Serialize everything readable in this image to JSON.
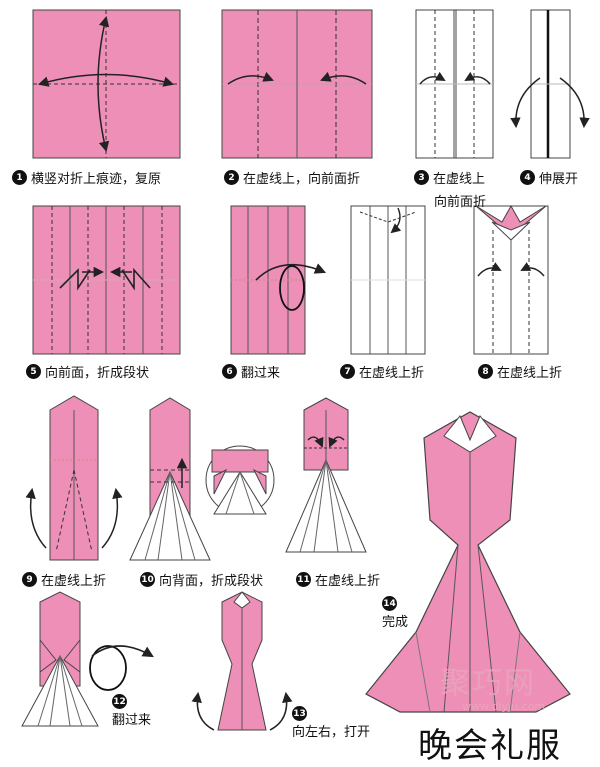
{
  "colors": {
    "paper_pink": "#ee8fb8",
    "paper_white": "#ffffff",
    "line": "#222222"
  },
  "steps": [
    {
      "num": "1",
      "text": "横竖对折上痕迹，复原"
    },
    {
      "num": "2",
      "text": "在虚线上，向前面折"
    },
    {
      "num": "3",
      "text": "在虚线上",
      "text2": "向前面折"
    },
    {
      "num": "4",
      "text": "伸展开"
    },
    {
      "num": "5",
      "text": "向前面，折成段状"
    },
    {
      "num": "6",
      "text": "翻过来"
    },
    {
      "num": "7",
      "text": "在虚线上折"
    },
    {
      "num": "8",
      "text": "在虚线上折"
    },
    {
      "num": "9",
      "text": "在虚线上折"
    },
    {
      "num": "10",
      "text": "向背面，折成段状"
    },
    {
      "num": "11",
      "text": "在虚线上折"
    },
    {
      "num": "12",
      "text": "翻过来"
    },
    {
      "num": "13",
      "text": "向左右，打开"
    },
    {
      "num": "14",
      "text": "完成"
    }
  ],
  "title": "晚会礼服",
  "watermark": {
    "logo": "聚巧网",
    "url": "www.diyju.com"
  }
}
